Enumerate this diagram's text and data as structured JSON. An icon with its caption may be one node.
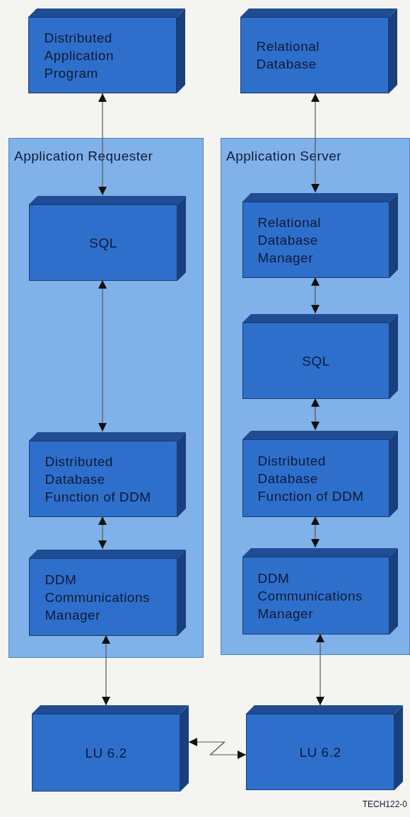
{
  "diagram": {
    "nodes": [
      {
        "text": [
          "Distributed Application Program"
        ]
      },
      {
        "text": [
          "Relational Database"
        ]
      },
      {
        "text": [
          "Application Requester"
        ]
      },
      {
        "text": [
          "SQL"
        ],
        "in": 2
      },
      {
        "text": [
          "Distributed Database Function of DDM"
        ],
        "in": 2
      },
      {
        "text": [
          "DDM Communications Manager"
        ],
        "in": 2
      },
      {
        "text": [
          "Application Server"
        ]
      },
      {
        "text": [
          "Relational Database Manager"
        ],
        "in": 6
      },
      {
        "text": [
          "SQL"
        ],
        "in": 6
      },
      {
        "text": [
          "Distributed Database Function of DDM"
        ],
        "in": 6
      },
      {
        "text": [
          "DDM Communications Manager"
        ],
        "in": 6
      },
      {
        "text": [
          "LU 6.2"
        ]
      },
      {
        "text": [
          "LU 6.2"
        ]
      }
    ],
    "edges": [
      {
        "from": 0,
        "to": 3,
        "arrow": "both"
      },
      {
        "from": 1,
        "to": 7,
        "arrow": "both"
      },
      {
        "from": 3,
        "to": 4,
        "arrow": "both"
      },
      {
        "from": 4,
        "to": 5,
        "arrow": "both"
      },
      {
        "from": 7,
        "to": 8,
        "arrow": "both"
      },
      {
        "from": 8,
        "to": 9,
        "arrow": "both"
      },
      {
        "from": 9,
        "to": 10,
        "arrow": "both"
      },
      {
        "from": 5,
        "to": 11,
        "arrow": "both"
      },
      {
        "from": 10,
        "to": 12,
        "arrow": "both"
      },
      {
        "from": 11,
        "to": 12,
        "arrow": "both"
      }
    ],
    "labels": [
      "TECH122-0"
    ]
  }
}
